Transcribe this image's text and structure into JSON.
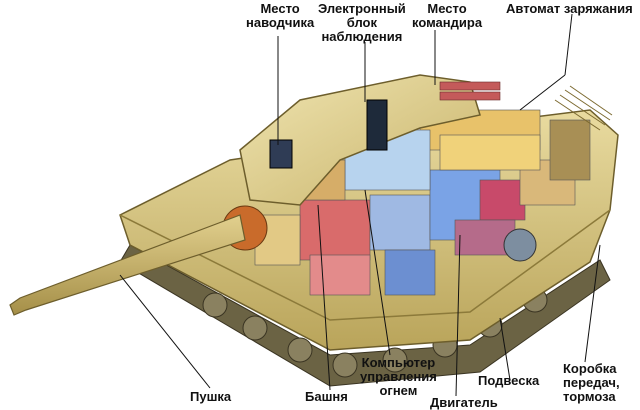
{
  "labels": {
    "gunner_seat": [
      "Место",
      "наводчика"
    ],
    "electronic_unit": [
      "Электронный",
      "блок",
      "наблюдения"
    ],
    "commander_seat": [
      "Место",
      "командира"
    ],
    "autoloader": [
      "Автомат заряжания"
    ],
    "gun": [
      "Пушка"
    ],
    "turret": [
      "Башня"
    ],
    "fire_control_computer": [
      "Компьютер",
      "управления",
      "огнем"
    ],
    "engine": [
      "Двигатель"
    ],
    "suspension": [
      "Подвеска"
    ],
    "gearbox": [
      "Коробка",
      "передач,",
      "тормоза"
    ]
  }
}
